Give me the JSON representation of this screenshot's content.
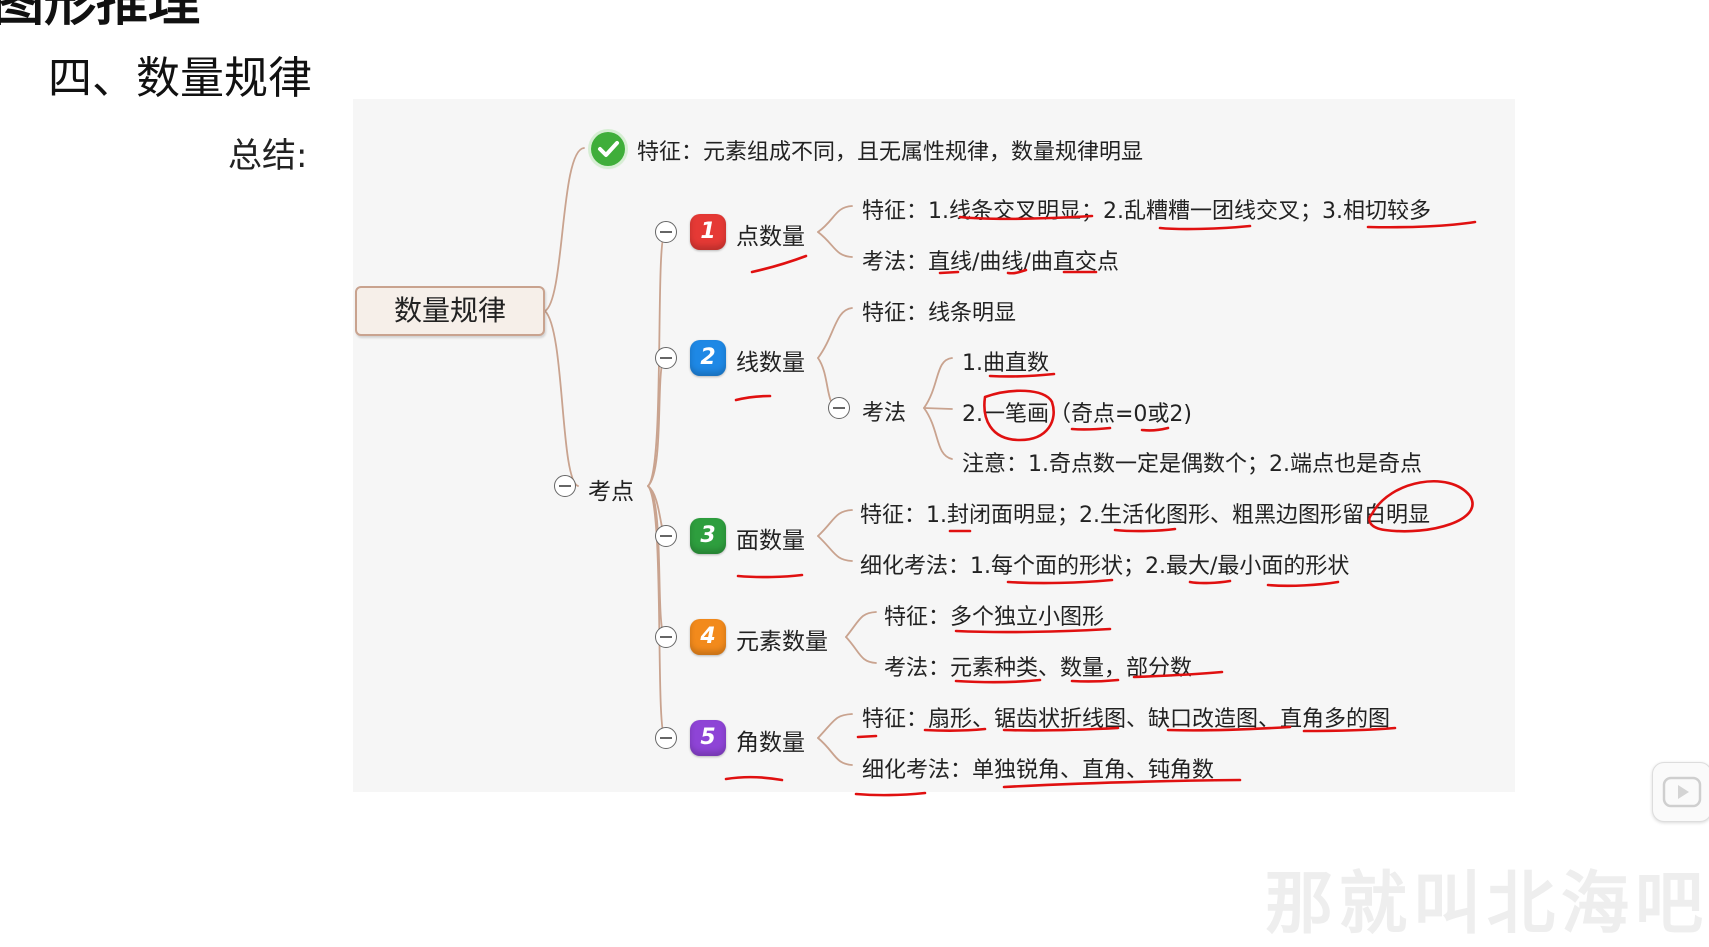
{
  "page": {
    "heading_cut": "图形推理",
    "section_title": "四、数量规律",
    "summary_label": "总结:",
    "watermark": "那就叫北海吧"
  },
  "mindmap": {
    "root": "数量规律",
    "feature_top": "特征：元素组成不同，且无属性规律，数量规律明显",
    "kaodian": "考点",
    "branches": [
      {
        "num": "1",
        "color": "#e53935",
        "label": "点数量",
        "feature": "特征：1.线条交叉明显；2.乱糟糟一团线交叉；3.相切较多",
        "method": "考法：直线/曲线/曲直交点"
      },
      {
        "num": "2",
        "color": "#1e88e5",
        "label": "线数量",
        "feature": "特征：线条明显",
        "method_label": "考法",
        "sub": [
          "1.曲直数",
          "2.一笔画（奇点=0或2)",
          "注意：1.奇点数一定是偶数个；2.端点也是奇点"
        ]
      },
      {
        "num": "3",
        "color": "#2e9e3e",
        "label": "面数量",
        "feature": "特征：1.封闭面明显；2.生活化图形、粗黑边图形留白明显",
        "method": "细化考法：1.每个面的形状；2.最大/最小面的形状"
      },
      {
        "num": "4",
        "color": "#f28a1c",
        "label": "元素数量",
        "feature": "特征：多个独立小图形",
        "method": "考法：元素种类、数量，部分数"
      },
      {
        "num": "5",
        "color": "#8e44d6",
        "label": "角数量",
        "feature": "特征：扇形、锯齿状折线图、缺口改造图、直角多的图",
        "method": "细化考法：单独锐角、直角、钝角数"
      }
    ]
  },
  "colors": {
    "connector": "#c9a38f",
    "ink": "#e01010",
    "check": "#3fae3a"
  },
  "icons": [
    "check-icon",
    "collapse-icon",
    "play-icon"
  ]
}
